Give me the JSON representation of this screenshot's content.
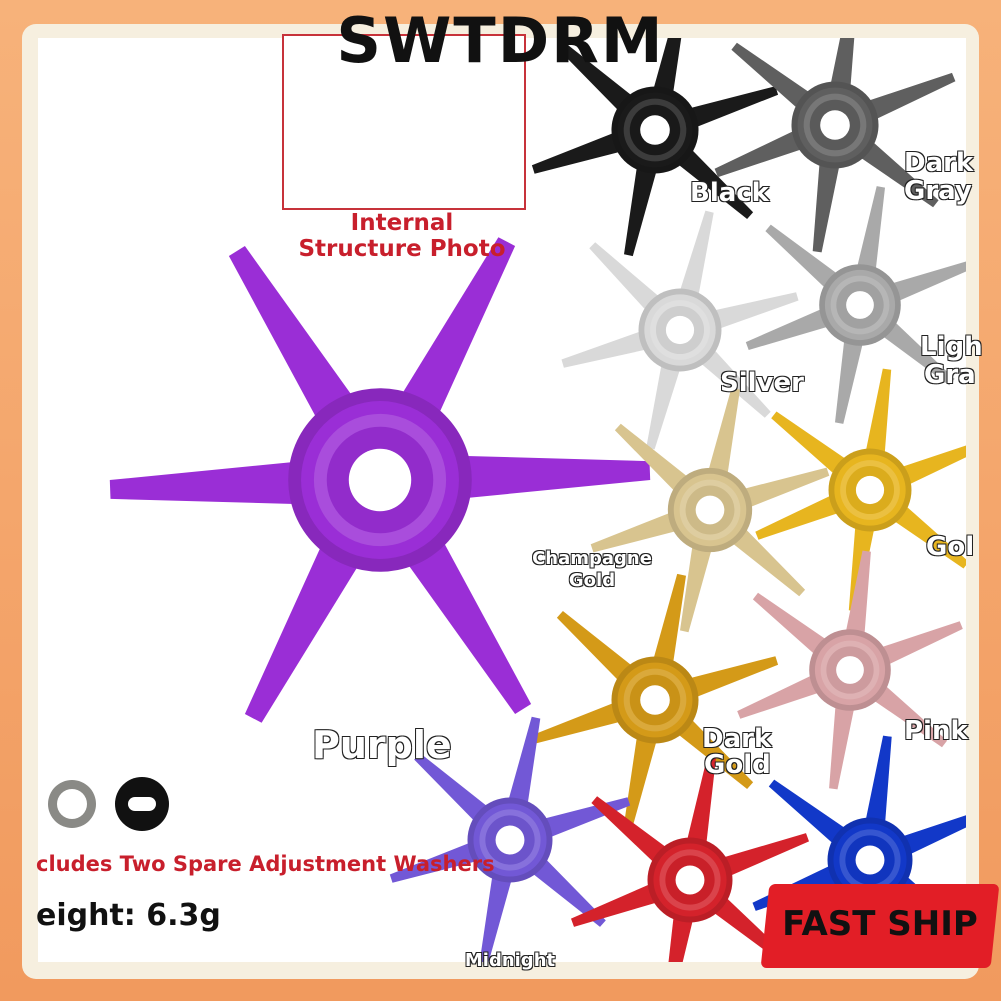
{
  "brand": "SWTDRM",
  "structure_caption_line1": "Internal",
  "structure_caption_line2": "Structure Photo",
  "colors": {
    "black": "Black",
    "dark_gray_1": "Dark",
    "dark_gray_2": "Gray",
    "silver": "Silver",
    "light_gray_1": "Ligh",
    "light_gray_2": "Gra",
    "champagne_1": "Champagne",
    "champagne_2": "Gold",
    "gold": "Gol",
    "purple": "Purple",
    "dark_gold_1": "Dark",
    "dark_gold_2": "Gold",
    "pink": "Pink",
    "midnight": "Midnight"
  },
  "washers": "cludes Two Spare Adjustment Washers",
  "weight": "eight: 6.3g",
  "badge": "FAST SHIP",
  "swatches": {
    "purple": "#9a2ed6",
    "black": "#1a1a1a",
    "dark_gray": "#5f5f5f",
    "silver": "#d9d9d9",
    "light_gray": "#a9a9a9",
    "champagne": "#d8c48f",
    "gold": "#e7b51f",
    "dark_gold": "#d49a18",
    "pink": "#d8a3a6",
    "midnight": "#7258d6",
    "red": "#d4222b",
    "blue": "#1238c8"
  }
}
